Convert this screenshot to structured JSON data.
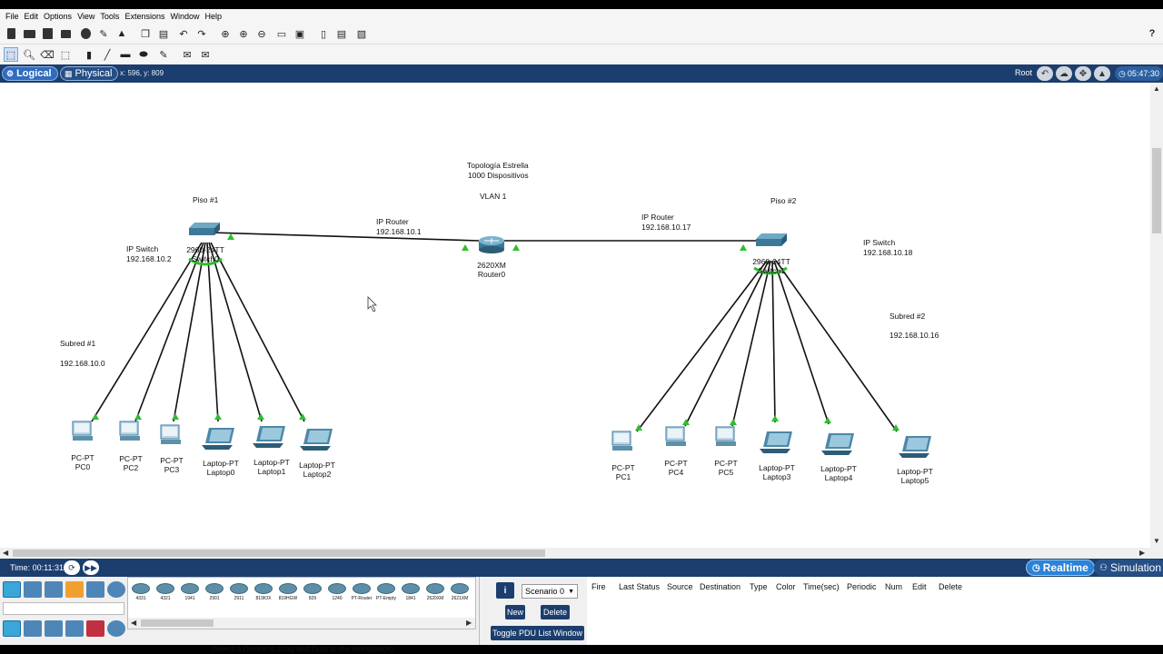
{
  "menu": [
    "File",
    "Edit",
    "Options",
    "View",
    "Tools",
    "Extensions",
    "Window",
    "Help"
  ],
  "logicbar": {
    "logical": "Logical",
    "physical": "Physical",
    "coords": "x: 596, y: 809",
    "root": "Root",
    "clock": "05:47:30"
  },
  "workspace": {
    "title_line1": "Topología Estrella",
    "title_line2": "1000 Dispositivos",
    "vlan": "VLAN 1",
    "piso1": "Piso #1",
    "piso2": "Piso #2",
    "ip_switch1_label": "IP Switch",
    "ip_switch1_value": "192.168.10.2",
    "ip_router1_label": "IP Router",
    "ip_router1_value": "192.168.10.1",
    "ip_router2_label": "IP Router",
    "ip_router2_value": "192.168.10.17",
    "ip_switch2_label": "IP Switch",
    "ip_switch2_value": "192.168.10.18",
    "subred1_label": "Subred #1",
    "subred1_value": "192.168.10.0",
    "subred2_label": "Subred #2",
    "subred2_value": "192.168.10.16",
    "switch0_model": "2960-24TT",
    "switch0_name": "Switch0",
    "switch1_model": "2960-24TT",
    "switch1_name": "Switch1",
    "router_model": "2620XM",
    "router_name": "Router0",
    "devices_left": [
      {
        "type": "PC-PT",
        "name": "PC0"
      },
      {
        "type": "PC-PT",
        "name": "PC2"
      },
      {
        "type": "PC-PT",
        "name": "PC3"
      },
      {
        "type": "Laptop-PT",
        "name": "Laptop0"
      },
      {
        "type": "Laptop-PT",
        "name": "Laptop1"
      },
      {
        "type": "Laptop-PT",
        "name": "Laptop2"
      }
    ],
    "devices_right": [
      {
        "type": "PC-PT",
        "name": "PC1"
      },
      {
        "type": "PC-PT",
        "name": "PC4"
      },
      {
        "type": "PC-PT",
        "name": "PC5"
      },
      {
        "type": "Laptop-PT",
        "name": "Laptop3"
      },
      {
        "type": "Laptop-PT",
        "name": "Laptop4"
      },
      {
        "type": "Laptop-PT",
        "name": "Laptop5"
      }
    ]
  },
  "bottom": {
    "time": "Time: 00:11:31",
    "realtime": "Realtime",
    "simulation": "Simulation",
    "device_models": [
      "4331",
      "4321",
      "1941",
      "2901",
      "2911",
      "819IOX",
      "819HGW",
      "829",
      "1240",
      "PT-Router",
      "PT-Empty",
      "1841",
      "2620XM",
      "2621XM"
    ],
    "device_hint": "(Select a Device to Drag and Drop to the Workspace)",
    "scenario": "Scenario 0",
    "new_btn": "New",
    "delete_btn": "Delete",
    "toggle_pdu": "Toggle PDU List Window",
    "pdu_columns": [
      "Fire",
      "Last Status",
      "Source",
      "Destination",
      "Type",
      "Color",
      "Time(sec)",
      "Periodic",
      "Num",
      "Edit",
      "Delete"
    ]
  }
}
